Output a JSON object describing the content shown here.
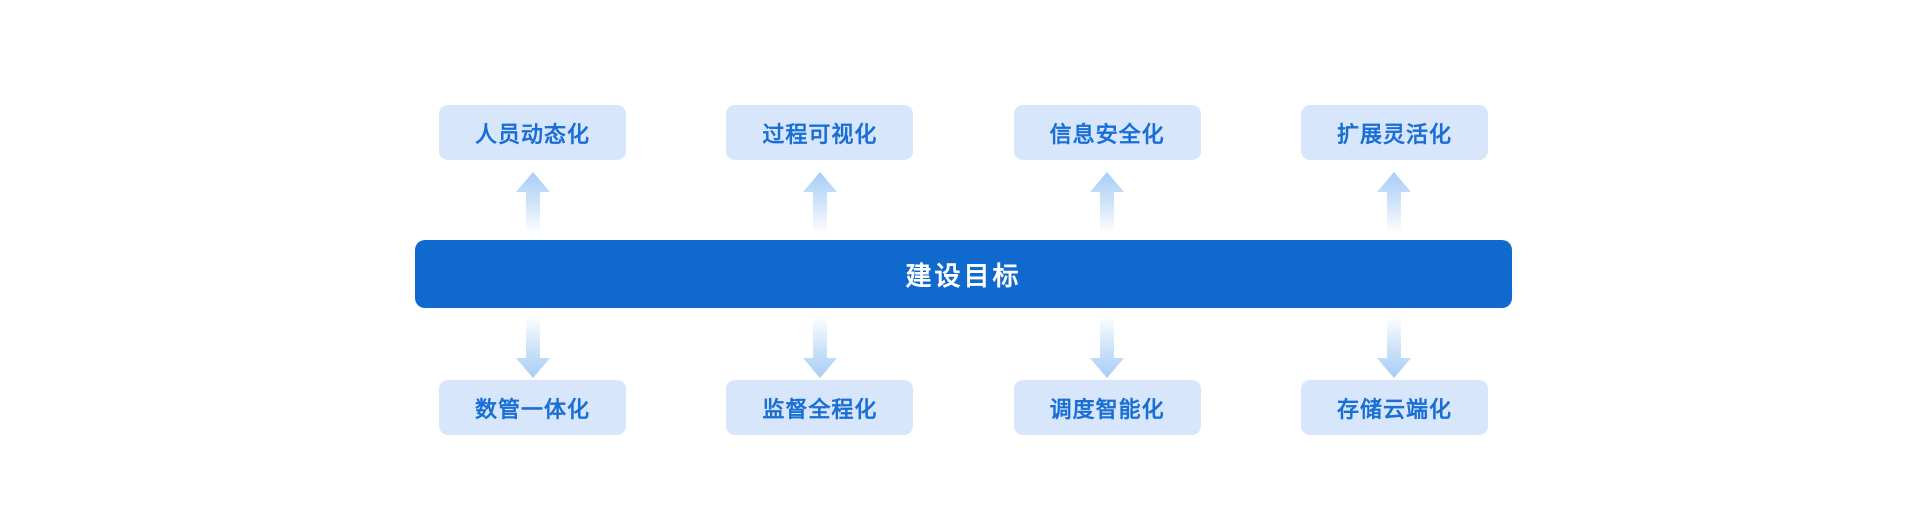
{
  "diagram": {
    "type": "hub-and-spoke-goals",
    "center": {
      "label": "建设目标",
      "bg_color": "#1069cc",
      "text_color": "#ffffff"
    },
    "node_style": {
      "bg_color": "#d8e6fc",
      "text_color": "#1a6fd4"
    },
    "arrow_style": {
      "tip_color": "#a7cdf6",
      "tail_color": "#ffffff"
    },
    "top_row": [
      {
        "label": "人员动态化",
        "arrow": "arrow-up-icon"
      },
      {
        "label": "过程可视化",
        "arrow": "arrow-up-icon"
      },
      {
        "label": "信息安全化",
        "arrow": "arrow-up-icon"
      },
      {
        "label": "扩展灵活化",
        "arrow": "arrow-up-icon"
      }
    ],
    "bottom_row": [
      {
        "label": "数管一体化",
        "arrow": "arrow-down-icon"
      },
      {
        "label": "监督全程化",
        "arrow": "arrow-down-icon"
      },
      {
        "label": "调度智能化",
        "arrow": "arrow-down-icon"
      },
      {
        "label": "存储云端化",
        "arrow": "arrow-down-icon"
      }
    ]
  }
}
